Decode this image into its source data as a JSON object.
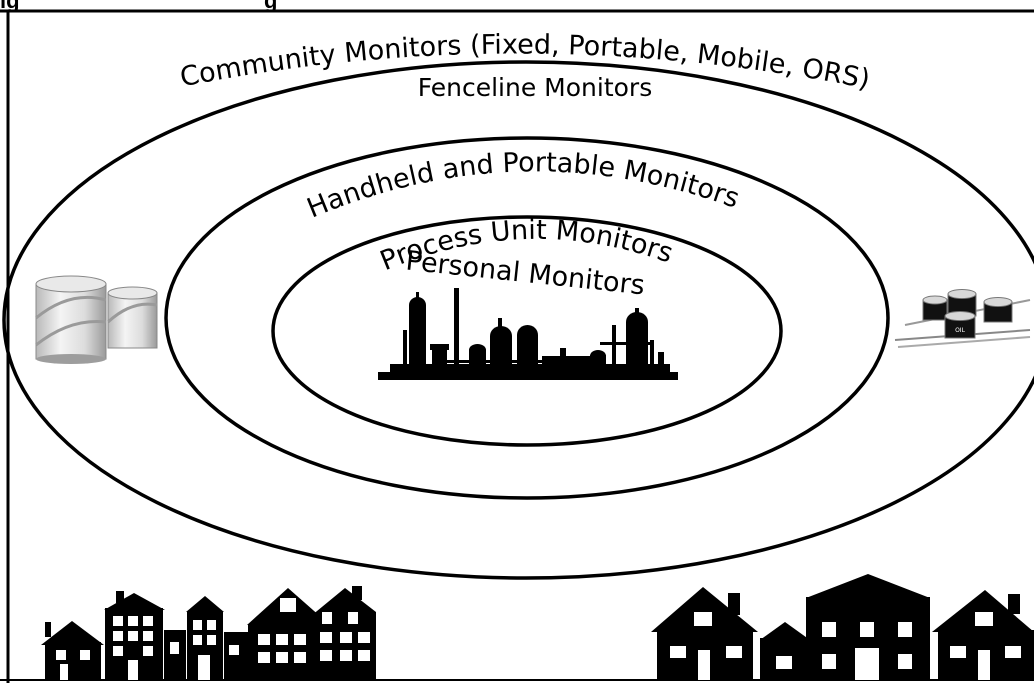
{
  "caption_partial": "ig                                        g",
  "rings": {
    "outer": {
      "label_arc": "Community Monitors (Fixed, Portable, Mobile, ORS)",
      "label_line": "Fenceline Monitors"
    },
    "middle": {
      "label_arc": "Handheld and Portable Monitors"
    },
    "inner": {
      "label_arc": "Process Unit Monitors",
      "label_line": "Personal Monitors"
    }
  },
  "icons": {
    "refinery": "refinery-silhouette-icon",
    "storage_tanks": "storage-tanks-icon",
    "oil_drums": "oil-drums-icon",
    "houses_left": "townhouses-icon",
    "houses_right": "single-family-houses-icon"
  },
  "drum_label": "OIL",
  "colors": {
    "line": "#000000",
    "background": "#ffffff",
    "silhouette": "#000000"
  }
}
